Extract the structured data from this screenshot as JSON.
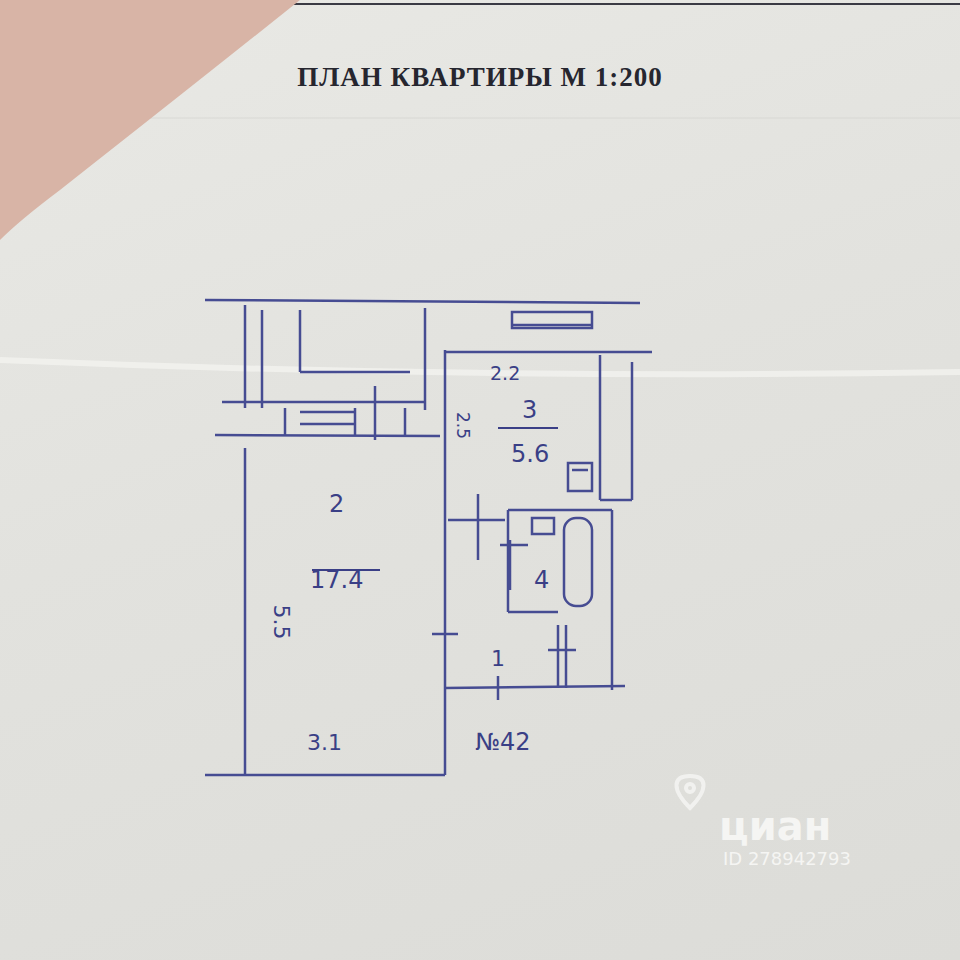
{
  "diagram": {
    "title": "ПЛАН КВАРТИРЫ М 1:200",
    "nodes": [
      {
        "text": [
          "2",
          "17.4"
        ]
      },
      {
        "text": [
          "3",
          "5.6"
        ]
      },
      {
        "text": [
          "4"
        ]
      },
      {
        "text": [
          "1"
        ]
      }
    ],
    "labels": [
      "2.2",
      "2.5",
      "5.5",
      "3.1",
      "№42",
      "циан",
      "ID 278942793"
    ]
  }
}
